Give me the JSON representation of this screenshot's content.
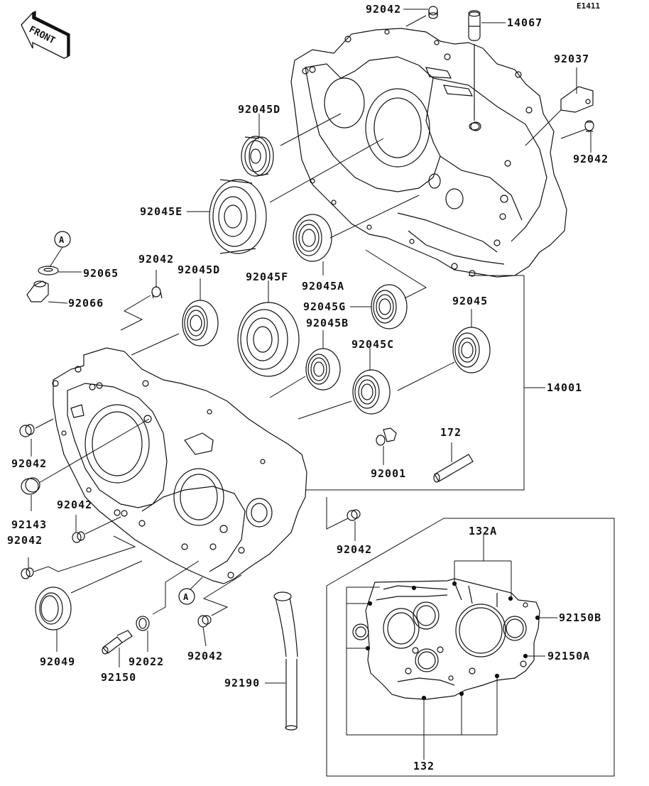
{
  "diagram": {
    "code": "E1411",
    "front_arrow": "FRONT",
    "reference_mark": "A",
    "line_color": "#111111",
    "background": "#ffffff"
  },
  "parts": {
    "top_dowel": "92042",
    "tube_14067": "14067",
    "bracket": "92037",
    "right_dowel": "92042",
    "bearing_d_top": "92045D",
    "bearing_e": "92045E",
    "bearing_a": "92045A",
    "washer": "92065",
    "plug": "92066",
    "dowel_mid_left": "92042",
    "bearing_d_mid": "92045D",
    "bearing_f": "92045F",
    "bearing_g": "92045G",
    "bearing_b": "92045B",
    "bearing_c": "92045C",
    "bearing_plain": "92045",
    "crankcase_set": "14001",
    "dowel_left_1": "92042",
    "dowel_left_2": "92143",
    "dowel_left_3": "92042",
    "dowel_left_4": "92042",
    "bolt_92001": "92001",
    "stud": "172",
    "dowel_lower_mid": "92042",
    "oil_seal": "92049",
    "fitting": "92150",
    "gasket_washer": "92022",
    "dowel_bottom": "92042",
    "breather_hose": "92190",
    "bolt_132a": "132A",
    "bolt_92150b": "92150B",
    "bolt_92150a": "92150A",
    "bolt_132": "132"
  }
}
